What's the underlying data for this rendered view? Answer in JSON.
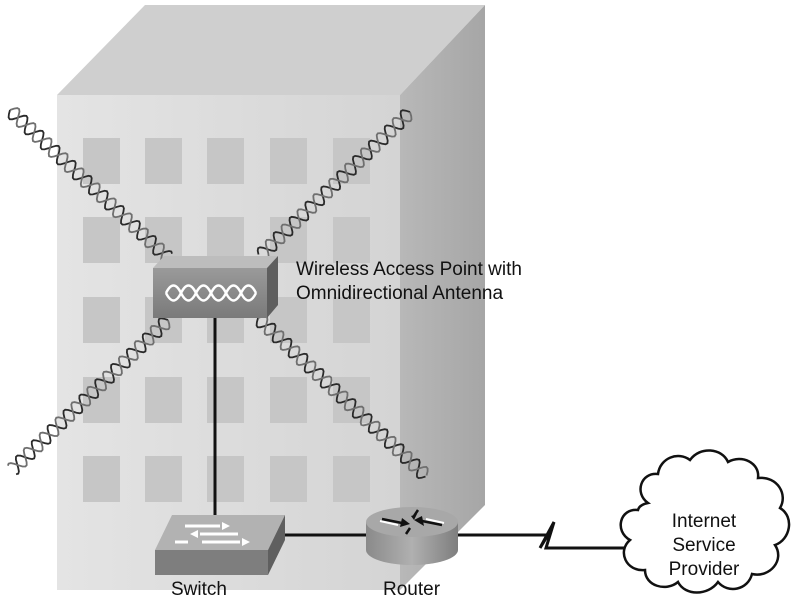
{
  "labels": {
    "access_point_line1": "Wireless Access Point with",
    "access_point_line2": "Omnidirectional Antenna",
    "switch": "Switch",
    "router": "Router",
    "isp_line1": "Internet",
    "isp_line2": "Service",
    "isp_line3": "Provider"
  },
  "colors": {
    "building_front": "#dcdcdc",
    "building_top": "#cfcfcf",
    "building_side": "#b3b3b3",
    "window": "#c3c3c3",
    "device": "#8c8c8c",
    "line": "#111111"
  }
}
